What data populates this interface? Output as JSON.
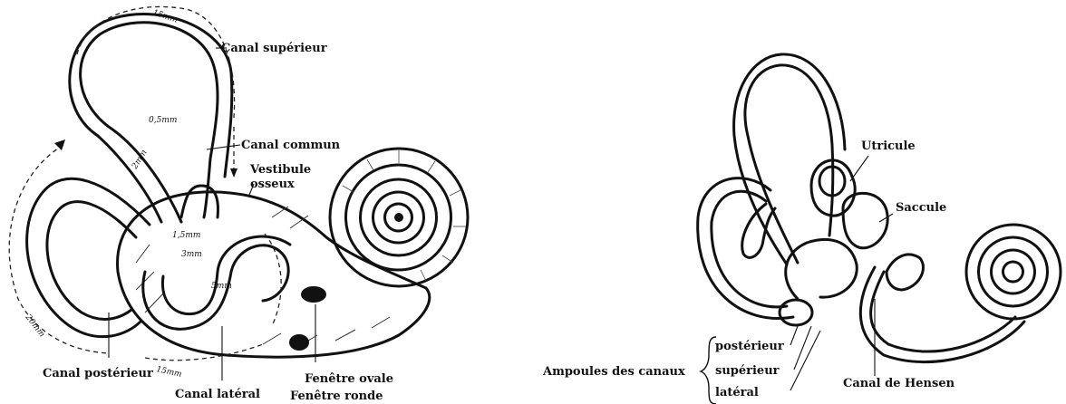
{
  "left_figure": {
    "labels": {
      "canal_superieur": "Canal supérieur",
      "canal_commun": "Canal commun",
      "vestibule_line1": "Vestibule",
      "vestibule_line2": "osseux",
      "canal_posterieur": "Canal postérieur",
      "canal_lateral": "Canal latéral",
      "fenetre_ovale": "Fenêtre ovale",
      "fenetre_ronde": "Fenêtre ronde"
    },
    "dimensions": {
      "d15mm_top": "15mm",
      "d05mm": "0,5mm",
      "d2mm": "2mm",
      "d15mm_mid": "1,5mm",
      "d3mm": "3mm",
      "d5mm": "5mm",
      "d20mm": "20mm",
      "d15mm_bottom": "15mm"
    }
  },
  "right_figure": {
    "labels": {
      "utricule": "Utricule",
      "saccule": "Saccule",
      "canal_de_hensen": "Canal de Hensen",
      "ampoules_des_canaux": "Ampoules des canaux",
      "posterieur": "postérieur",
      "superieur": "supérieur",
      "lateral": "latéral"
    }
  }
}
